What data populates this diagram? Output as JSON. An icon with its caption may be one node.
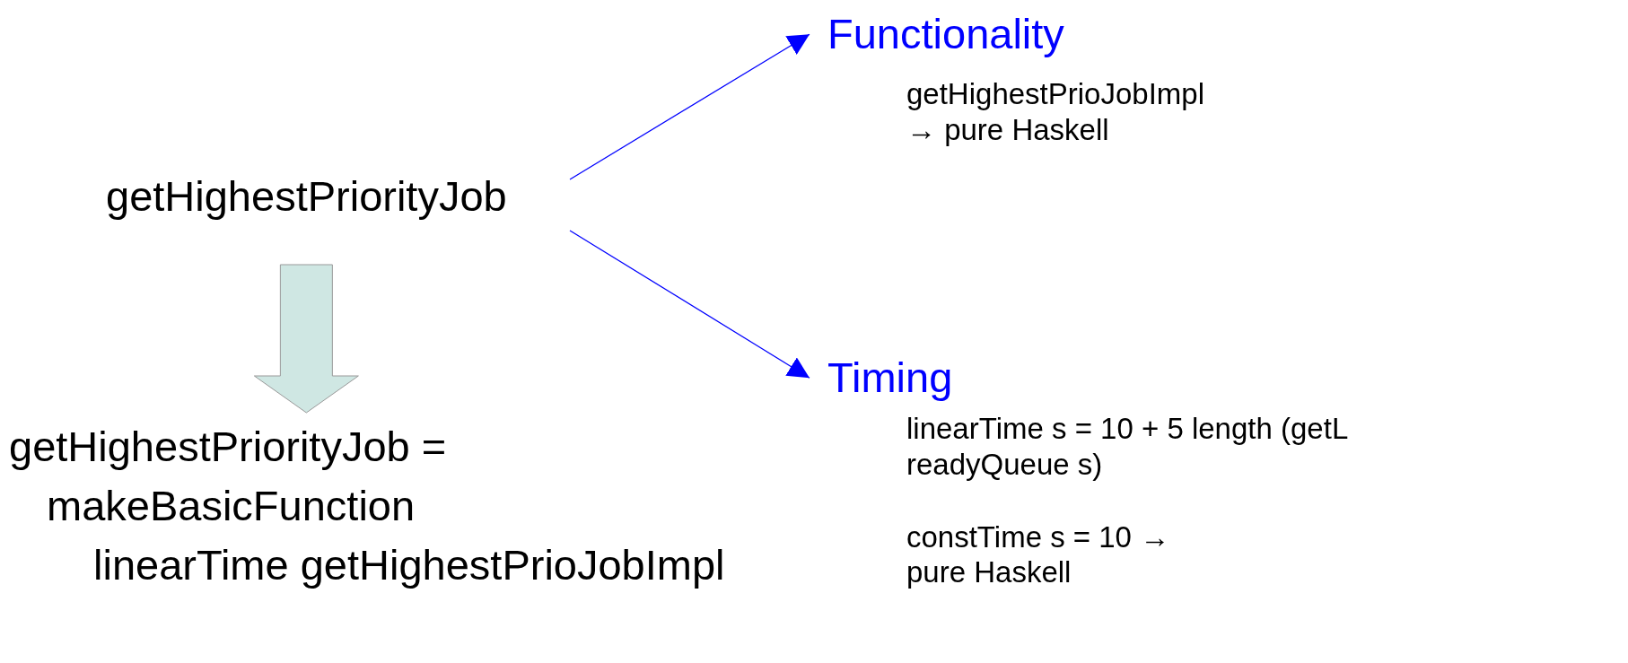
{
  "diagram": {
    "nodes": [
      {
        "text": [
          "getHighestPriorityJob"
        ]
      },
      {
        "text": [
          "getHighestPriorityJob =",
          "makeBasicFunction",
          "linearTime getHighestPrioJobImpl"
        ]
      },
      {
        "text": [
          "Functionality",
          "getHighestPrioJobImpl → pure Haskell"
        ]
      },
      {
        "text": [
          "Timing",
          "linearTime s = 10 + 5 length (getL readyQueue s)",
          "constTime s = 10 → pure Haskell"
        ]
      }
    ],
    "edges": [
      {
        "from": 0,
        "to": 2,
        "arrow": "to"
      },
      {
        "from": 0,
        "to": 3,
        "arrow": "to"
      },
      {
        "from": 0,
        "to": 1,
        "arrow": "to",
        "style": "thick",
        "color": "#cfe7e3"
      }
    ]
  }
}
